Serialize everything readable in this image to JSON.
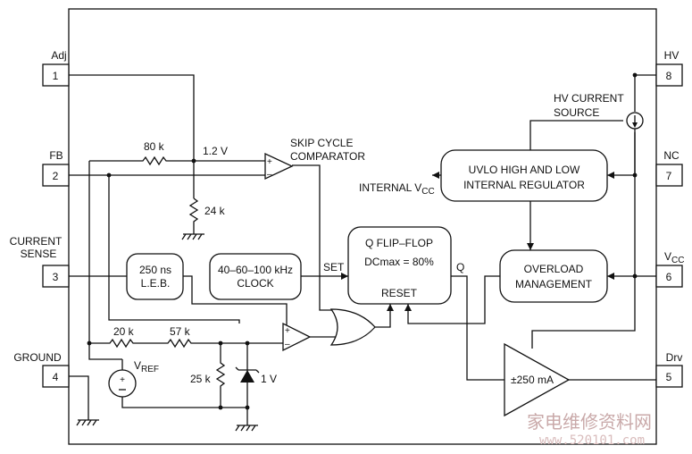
{
  "pins": {
    "p1": {
      "num": "1",
      "name": "Adj"
    },
    "p2": {
      "num": "2",
      "name": "FB"
    },
    "p3": {
      "num": "3",
      "name_line1": "CURRENT",
      "name_line2": "SENSE"
    },
    "p4": {
      "num": "4",
      "name": "GROUND"
    },
    "p5": {
      "num": "5",
      "name": "Drv"
    },
    "p6": {
      "num": "6",
      "name": "V",
      "sub": "CC"
    },
    "p7": {
      "num": "7",
      "name": "NC"
    },
    "p8": {
      "num": "8",
      "name": "HV"
    }
  },
  "blocks": {
    "leb": {
      "line1": "250 ns",
      "line2": "L.E.B."
    },
    "clock": {
      "line1": "40–60–100 kHz",
      "line2": "CLOCK"
    },
    "flipflop": {
      "line1": "Q FLIP–FLOP",
      "line2": "DCmax = 80%",
      "reset": "RESET",
      "set": "SET",
      "q": "Q"
    },
    "uvlo": {
      "line1": "UVLO HIGH AND LOW",
      "line2": "INTERNAL REGULATOR"
    },
    "overload": {
      "line1": "OVERLOAD",
      "line2": "MANAGEMENT"
    },
    "driver": {
      "label": "±250 mA"
    }
  },
  "labels": {
    "r80k": "80 k",
    "v12": "1.2 V",
    "r24k": "24 k",
    "skip1": "SKIP CYCLE",
    "skip2": "COMPARATOR",
    "internal_vcc": "INTERNAL V",
    "internal_vcc_sub": "CC",
    "hv1": "HV CURRENT",
    "hv2": "SOURCE",
    "r20k": "20 k",
    "r57k": "57 k",
    "r25k": "25 k",
    "v1": "1 V",
    "vref": "V",
    "vref_sub": "REF",
    "plus": "+",
    "minus": "–"
  },
  "watermark": {
    "cn": "家电维修资料网",
    "url": "www.520101.com"
  }
}
